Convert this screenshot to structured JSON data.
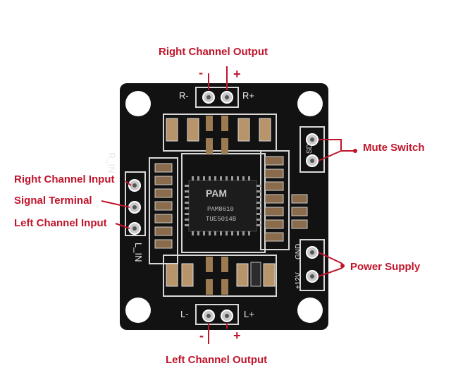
{
  "labels": {
    "right_output": "Right Channel Output",
    "right_output_minus": "-",
    "right_output_plus": "+",
    "mute_switch": "Mute Switch",
    "right_input": "Right Channel Input",
    "signal_terminal": "Signal Terminal",
    "left_input": "Left Channel Input",
    "power_supply": "Power Supply",
    "left_output": "Left Channel Output",
    "left_output_minus": "-",
    "left_output_plus": "+"
  },
  "silkscreen": {
    "r_minus": "R-",
    "r_plus": "R+",
    "l_minus": "L-",
    "l_plus": "L+",
    "r_in": "R_IN",
    "l_in": "L_IN",
    "sd": "SD",
    "gnd": "GND",
    "v12": "+12V"
  },
  "chip": {
    "logo": "PAM",
    "model": "PAM8610",
    "code": "TUE5014B"
  },
  "colors": {
    "annotation": "#c0142a",
    "board": "#121212",
    "silkscreen": "#e8e8e8",
    "pad": "#bfbfbf"
  }
}
